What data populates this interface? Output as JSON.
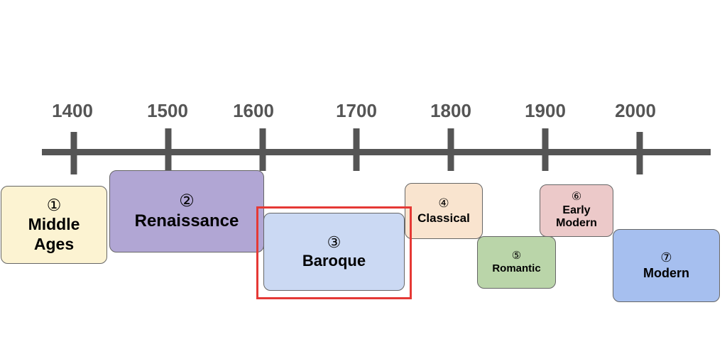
{
  "timeline": {
    "years": [
      "1400",
      "1500",
      "1600",
      "1700",
      "1800",
      "1900",
      "2000"
    ]
  },
  "eras": [
    {
      "num": "①",
      "name": "Middle Ages",
      "lines": [
        "Middle",
        "Ages"
      ],
      "color": "#fcf3d2"
    },
    {
      "num": "②",
      "name": "Renaissance",
      "lines": [
        "Renaissance"
      ],
      "color": "#b1a6d4"
    },
    {
      "num": "③",
      "name": "Baroque",
      "lines": [
        "Baroque"
      ],
      "color": "#cbd9f3"
    },
    {
      "num": "④",
      "name": "Classical",
      "lines": [
        "Classical"
      ],
      "color": "#f9e4cf"
    },
    {
      "num": "⑤",
      "name": "Romantic",
      "lines": [
        "Romantic"
      ],
      "color": "#bad5a9"
    },
    {
      "num": "⑥",
      "name": "Early Modern",
      "lines": [
        "Early",
        "Modern"
      ],
      "color": "#ecc9c9"
    },
    {
      "num": "⑦",
      "name": "Modern",
      "lines": [
        "Modern"
      ],
      "color": "#a6bfef"
    }
  ],
  "highlight": {
    "era": "Baroque",
    "color": "#e53935"
  },
  "colors": {
    "axis": "#555555",
    "text": "#000000"
  }
}
